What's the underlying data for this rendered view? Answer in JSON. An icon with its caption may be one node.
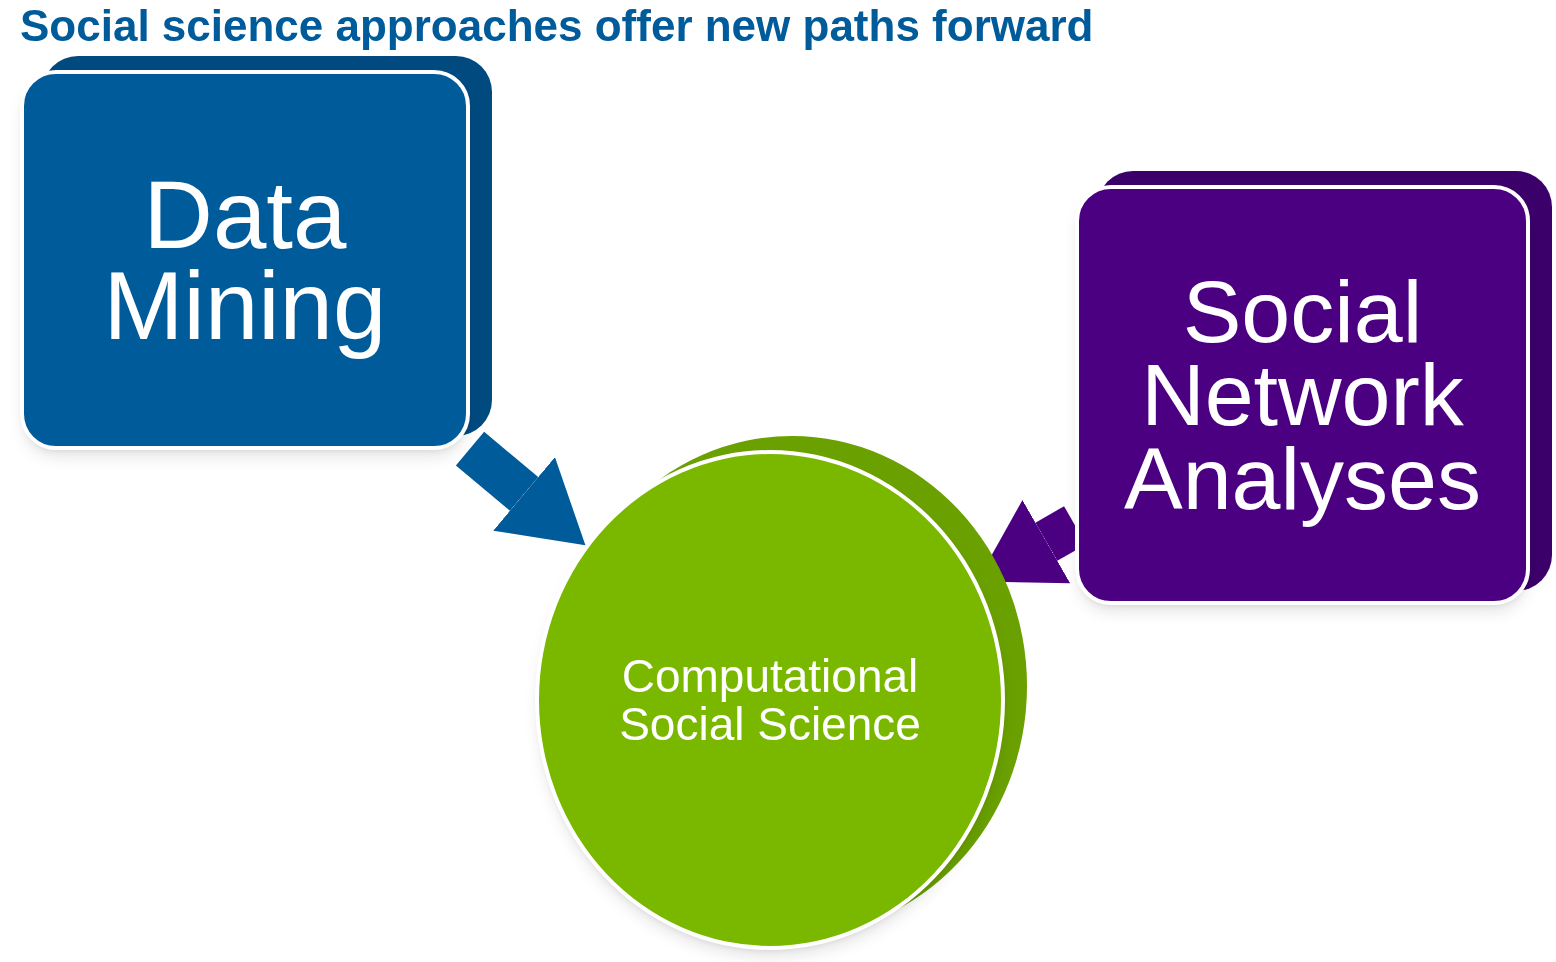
{
  "diagram": {
    "title": "Social science approaches offer new paths forward",
    "nodes": [
      {
        "text": [
          "Data Mining"
        ]
      },
      {
        "text": [
          "Social Network Analyses"
        ]
      },
      {
        "text": [
          "Computational Social Science"
        ]
      }
    ],
    "edges": [
      {
        "from": 0,
        "to": 2,
        "arrow": "to",
        "color": "#005b9a"
      },
      {
        "from": 1,
        "to": 2,
        "arrow": "to",
        "color": "#4b0082"
      }
    ]
  }
}
